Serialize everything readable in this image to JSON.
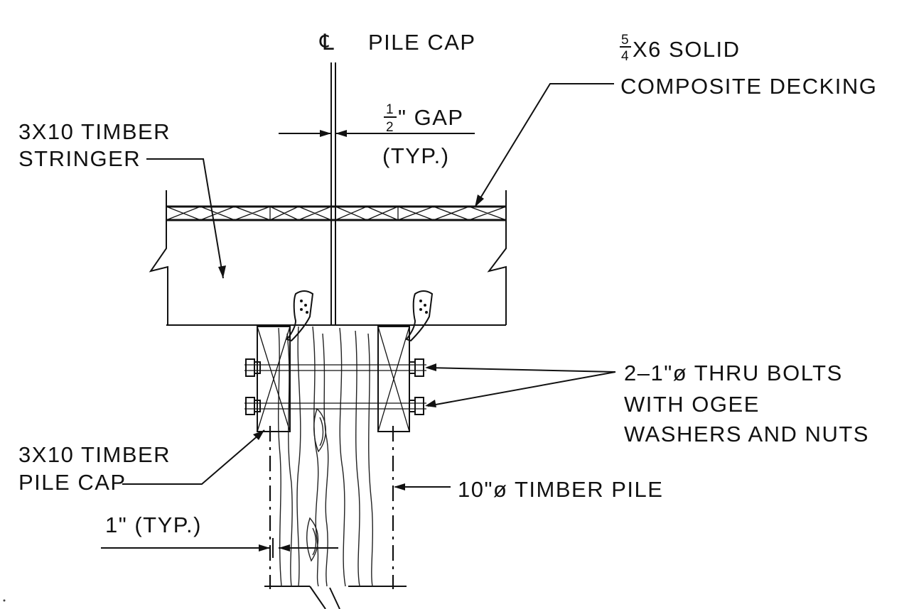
{
  "labels": {
    "centerline_symbol": "℄",
    "centerline_text": "PILE CAP",
    "decking_line1_fraction_num": "5",
    "decking_line1_fraction_den": "4",
    "decking_line1_rest": "X6 SOLID",
    "decking_line2": "COMPOSITE DECKING",
    "gap_fraction_num": "1",
    "gap_fraction_den": "2",
    "gap_rest": "\" GAP",
    "gap_typ": "(TYP.)",
    "stringer_line1": "3X10 TIMBER",
    "stringer_line2": "STRINGER",
    "bolts_line1": "2–1\"ø THRU BOLTS",
    "bolts_line2": "WITH OGEE",
    "bolts_line3": "WASHERS AND NUTS",
    "pile_cap_line1": "3X10 TIMBER",
    "pile_cap_line2": "PILE CAP",
    "pile_label": "10\"ø TIMBER PILE",
    "offset_label": "1\"  (TYP.)"
  },
  "colors": {
    "line": "#111111",
    "background": "#ffffff"
  }
}
